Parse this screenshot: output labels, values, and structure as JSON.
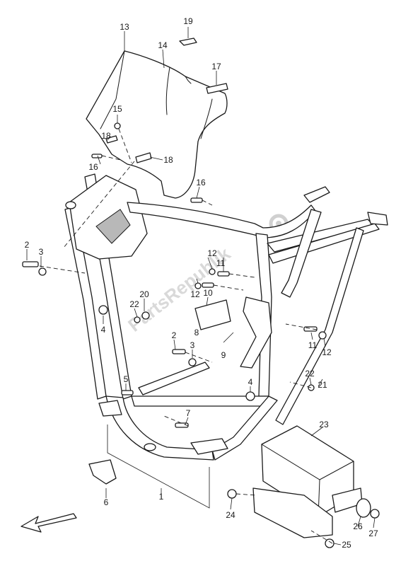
{
  "watermark": "PartsRepublik",
  "callouts": [
    "1",
    "2",
    "3",
    "4",
    "5",
    "6",
    "7",
    "8",
    "9",
    "10",
    "11",
    "12",
    "13",
    "14",
    "15",
    "16",
    "17",
    "18",
    "19",
    "20",
    "21",
    "22",
    "23",
    "24",
    "25",
    "26",
    "27"
  ],
  "icons": {
    "watermark_gear": "gear-icon",
    "direction_arrow": "front-arrow-icon"
  }
}
